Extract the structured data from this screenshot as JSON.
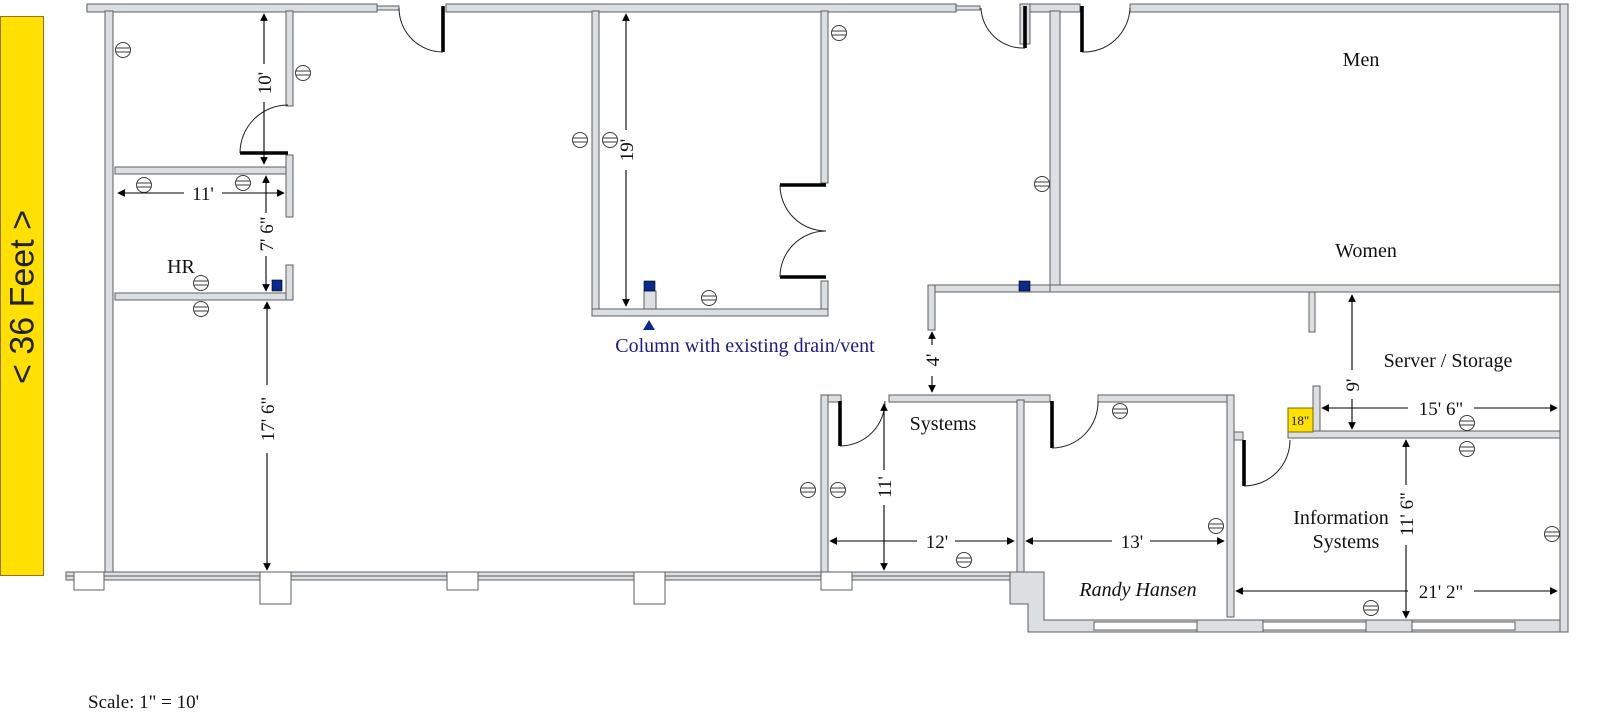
{
  "plan": {
    "side_label": "< 36 Feet >",
    "scale_note": "Scale: 1\" = 10'",
    "rooms": {
      "hr": "HR",
      "men": "Men",
      "women": "Women",
      "server_storage": "Server / Storage",
      "systems": "Systems",
      "information_systems_line1": "Information",
      "information_systems_line2": "Systems",
      "randy_hansen": "Randy Hansen"
    },
    "annotation": {
      "column_note": "Column with existing drain/vent",
      "column_note_color": "#1a1a8c",
      "marker_18in": "18\""
    },
    "dimensions": {
      "d_10ft": "10'",
      "d_11ft_top": "11'",
      "d_7ft6": "7' 6\"",
      "d_17ft6": "17' 6\"",
      "d_19ft": "19'",
      "d_4ft": "4'",
      "d_11ft_sys": "11'",
      "d_12ft": "12'",
      "d_13ft": "13'",
      "d_9ft": "9'",
      "d_15ft6": "15' 6\"",
      "d_11ft6": "11' 6\"",
      "d_21ft2": "21' 2\""
    },
    "colors": {
      "side_bar": "#ffe000",
      "drain_marker": "#0a2a8c",
      "marker_18in_bg": "#ffe000",
      "wall_fill": "#dcdfe2"
    }
  }
}
